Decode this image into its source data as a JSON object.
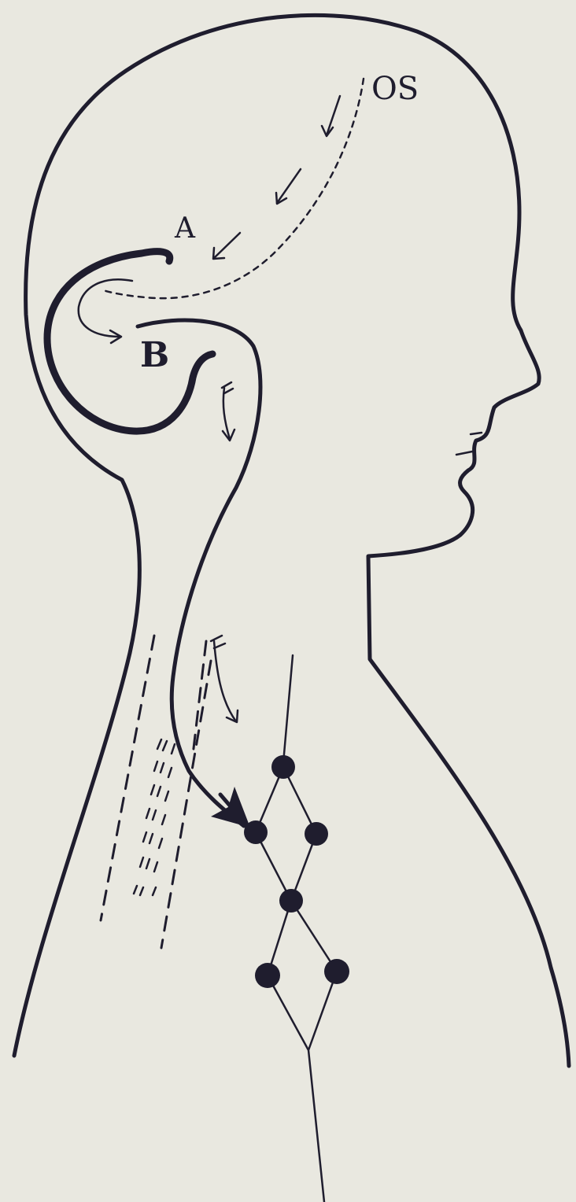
{
  "labels": {
    "os": "OS",
    "a": "A",
    "b": "B"
  },
  "colors": {
    "ink": "#1f1d2e",
    "paper": "#e9e8e0"
  }
}
